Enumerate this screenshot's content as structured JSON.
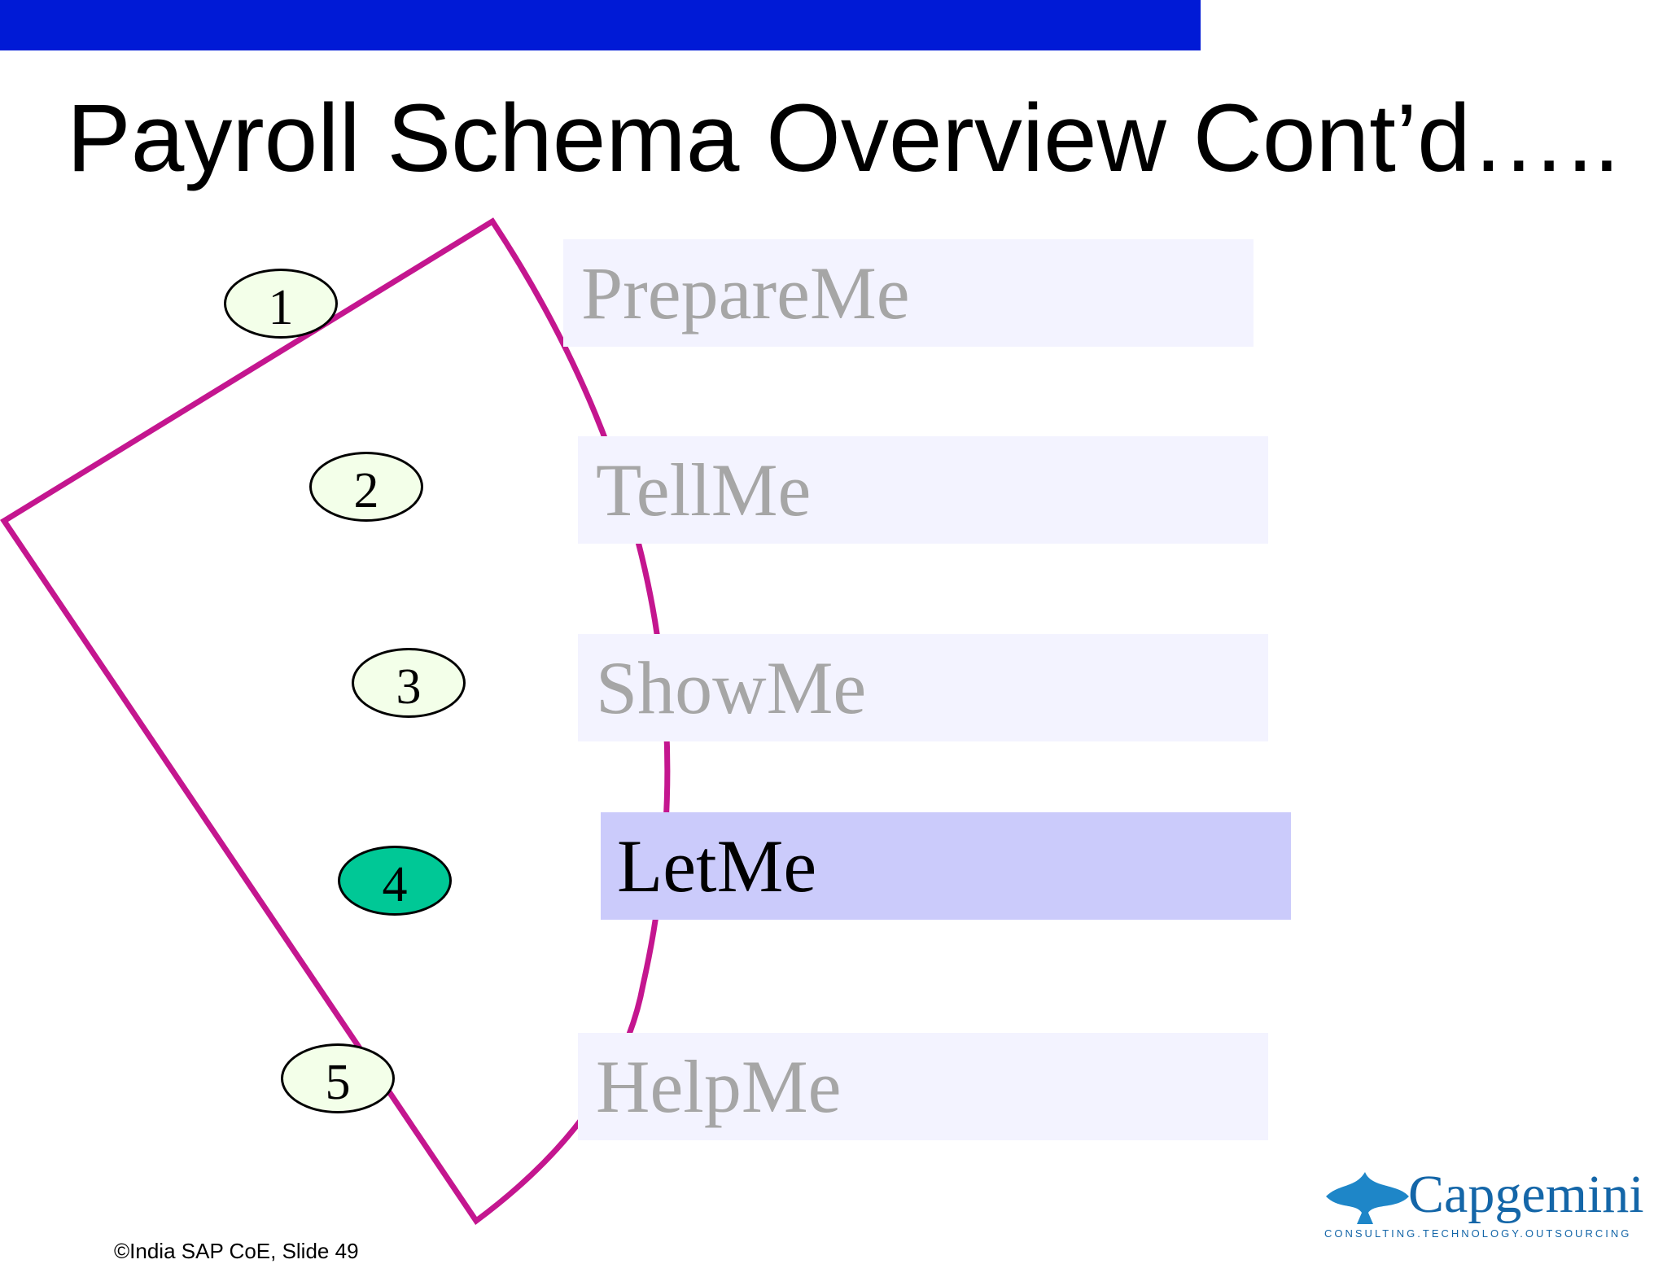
{
  "slide": {
    "title": "Payroll Schema Overview Cont’d…..",
    "footer": "©India SAP CoE, Slide 49"
  },
  "steps": [
    {
      "number": "1",
      "label": "PrepareMe",
      "active": false
    },
    {
      "number": "2",
      "label": "TellMe",
      "active": false
    },
    {
      "number": "3",
      "label": "ShowMe",
      "active": false
    },
    {
      "number": "4",
      "label": "LetMe",
      "active": true
    },
    {
      "number": "5",
      "label": "HelpMe",
      "active": false
    }
  ],
  "logo": {
    "name": "Capgemini",
    "tagline": "CONSULTING.TECHNOLOGY.OUTSOURCING"
  },
  "colors": {
    "top_bar": "#001ad6",
    "sector_outline": "#c4168f",
    "active_step_bg": "#cbcbfb",
    "inactive_step_bg": "#f3f3ff",
    "inactive_text": "#a6a6a6",
    "active_number_bg": "#00c896",
    "number_bg": "#f3ffe9",
    "logo_blue": "#1466a8"
  }
}
